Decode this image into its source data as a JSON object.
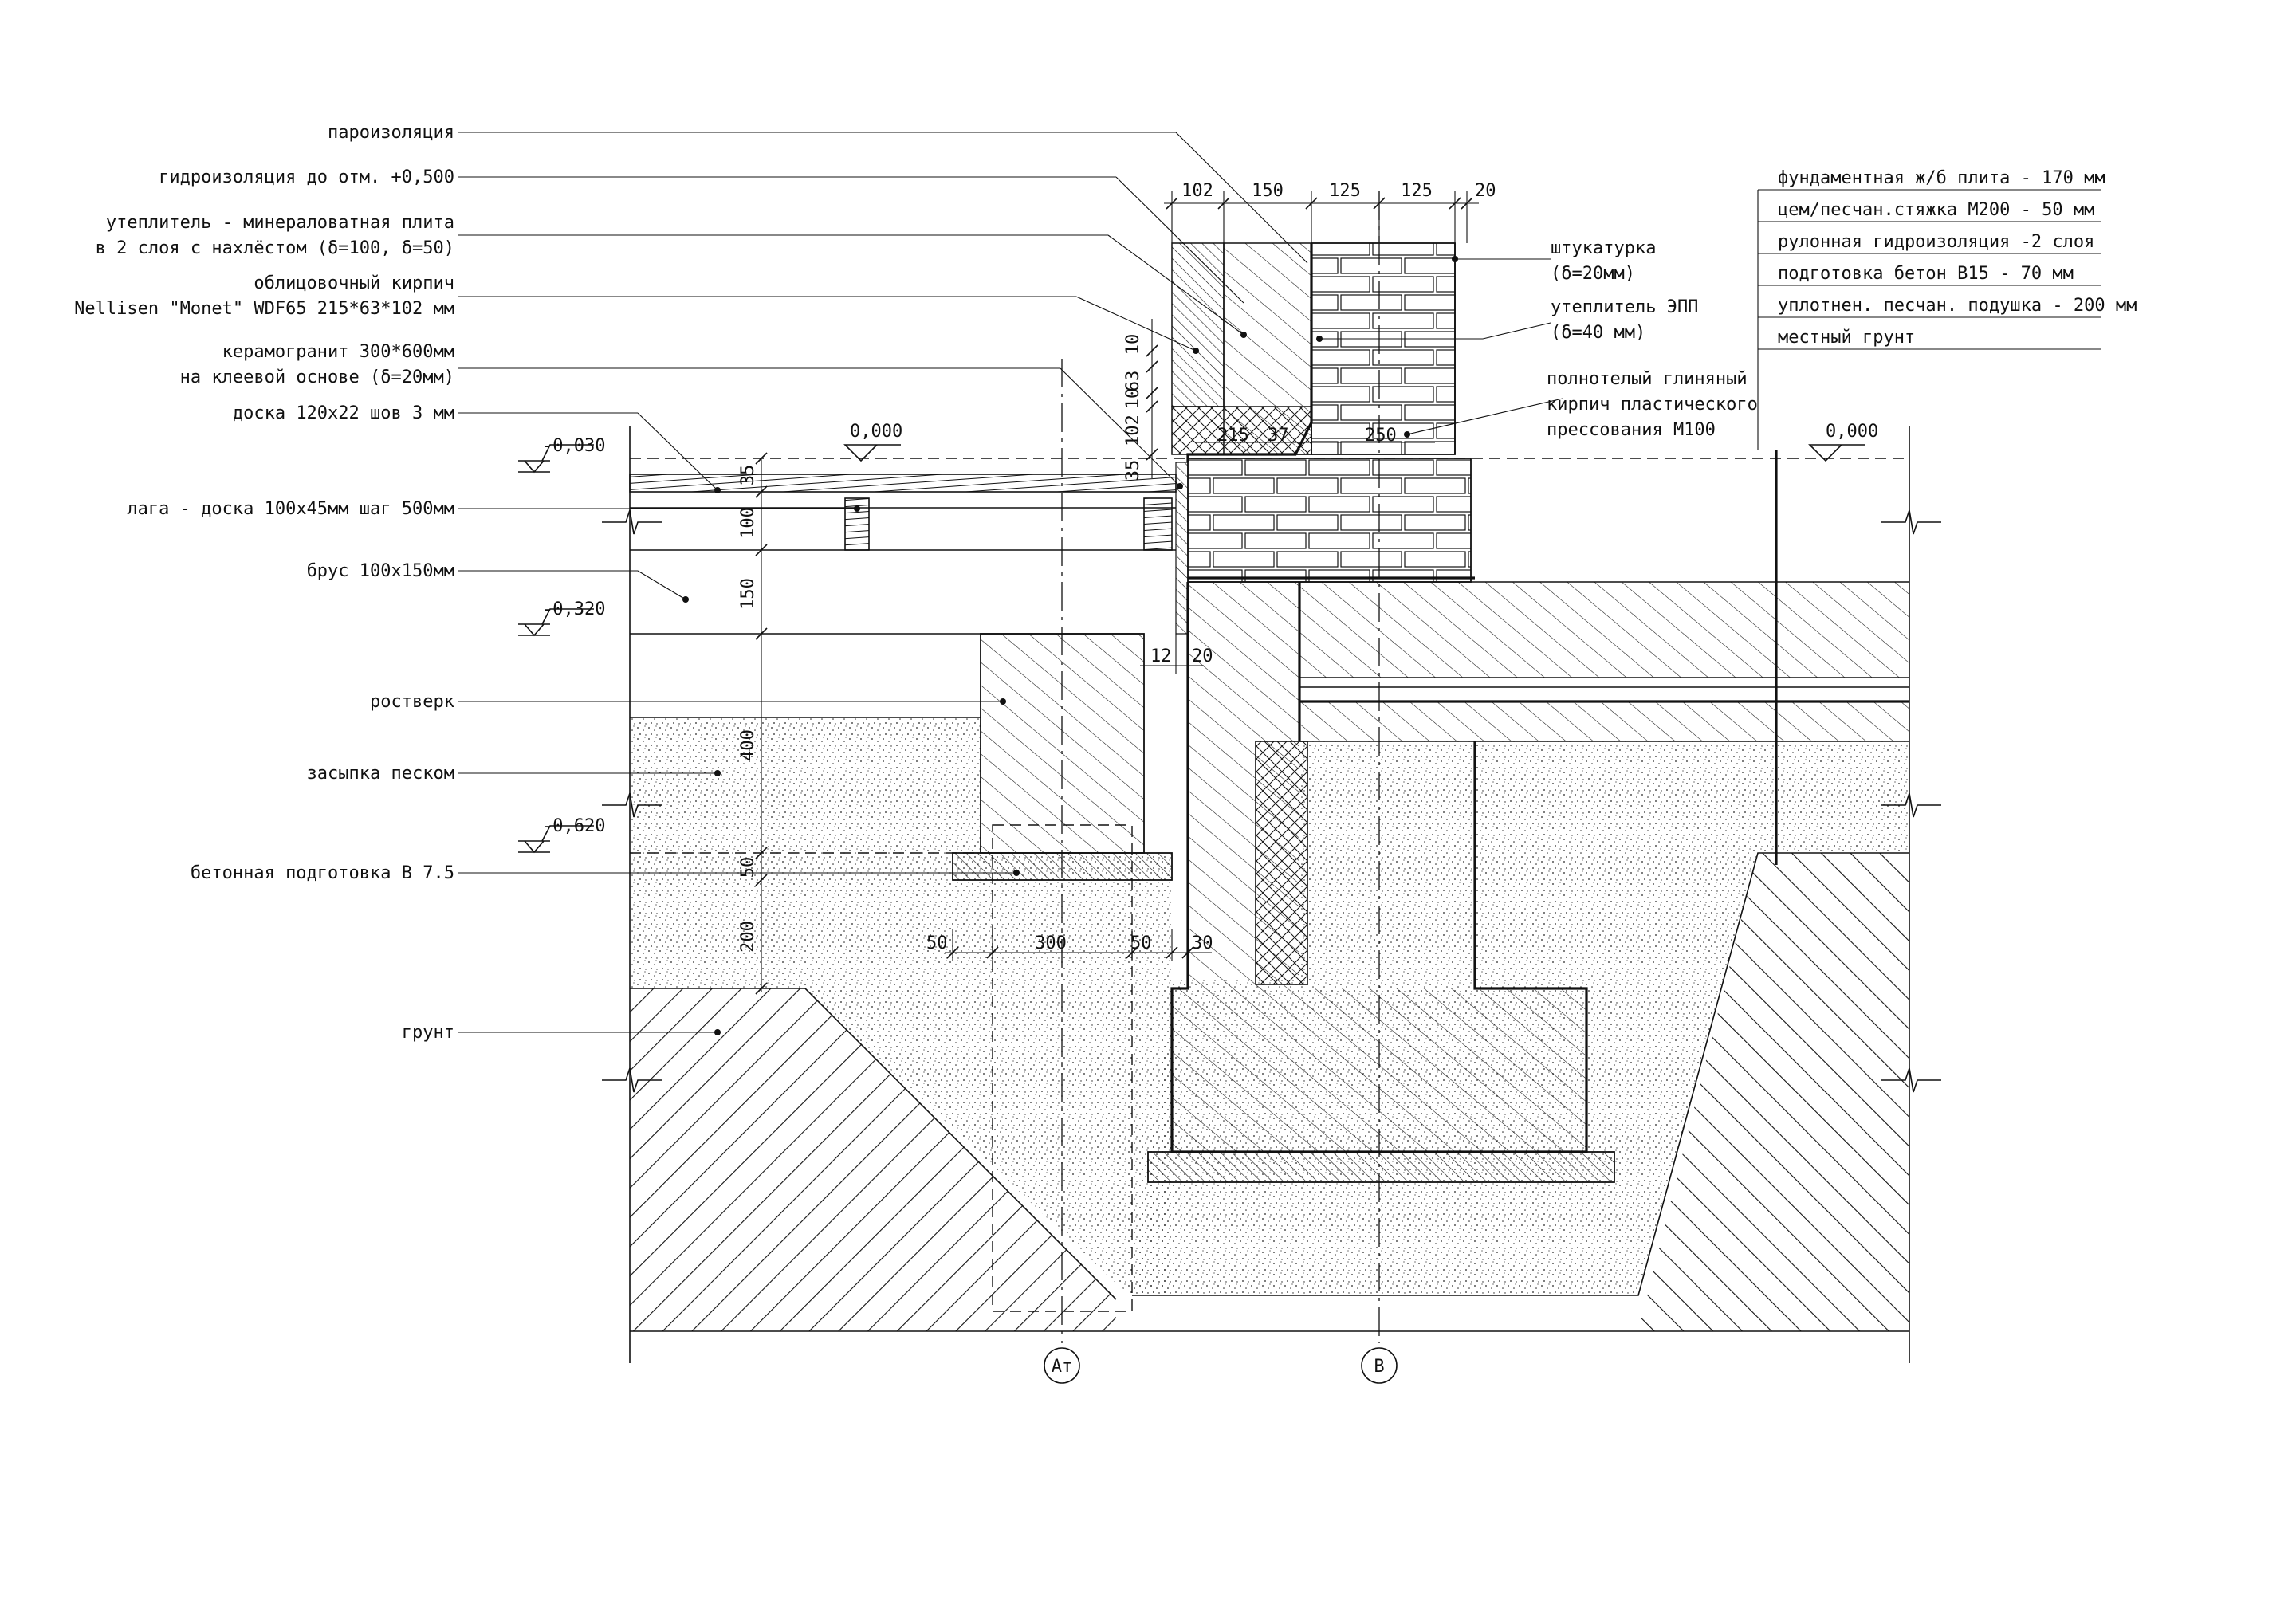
{
  "callouts_left": [
    {
      "text": "пароизоляция"
    },
    {
      "text": "гидроизоляция до отм. +0,500"
    },
    {
      "text": "утеплитель - минераловатная плита"
    },
    {
      "text": "в 2 слоя с нахлёстом (δ=100, δ=50)"
    },
    {
      "text": "облицовочный кирпич"
    },
    {
      "text": "Nellisen \"Monet\" WDF65 215*63*102 мм"
    },
    {
      "text": "керамогранит 300*600мм"
    },
    {
      "text": "на клеевой основе (δ=20мм)"
    },
    {
      "text": "доска 120х22 шов 3 мм"
    },
    {
      "text": "лага - доска 100х45мм шаг 500мм"
    },
    {
      "text": "брус 100х150мм"
    },
    {
      "text": "ростверк"
    },
    {
      "text": "засыпка песком"
    },
    {
      "text": "бетонная подготовка В 7.5"
    },
    {
      "text": "грунт"
    }
  ],
  "callouts_right": [
    {
      "text": "штукатурка"
    },
    {
      "text": "(δ=20мм)"
    },
    {
      "text": "утеплитель ЭПП"
    },
    {
      "text": "(δ=40 мм)"
    },
    {
      "text": "полнотелый глиняный"
    },
    {
      "text": "кирпич пластического"
    },
    {
      "text": "прессования М100"
    }
  ],
  "floor_layers": [
    {
      "text": "фундаментная ж/б плита - 170 мм"
    },
    {
      "text": "цем/песчан.стяжка М200 - 50 мм"
    },
    {
      "text": "рулонная гидроизоляция -2 слоя"
    },
    {
      "text": "подготовка бетон В15 - 70 мм"
    },
    {
      "text": "уплотнен. песчан. подушка - 200 мм"
    },
    {
      "text": "местный грунт"
    }
  ],
  "levels": [
    {
      "text": "-0,030"
    },
    {
      "text": "0,000"
    },
    {
      "text": "-0,320"
    },
    {
      "text": "-0,620"
    },
    {
      "text": "0,000"
    }
  ],
  "dims_top": [
    "102",
    "150",
    "125",
    "125",
    "20"
  ],
  "dims_vertical_wall": [
    "10",
    "63",
    "10",
    "102",
    "35"
  ],
  "dims_wall_inner": [
    "215",
    "37",
    "250"
  ],
  "dims_vertical_left": [
    "35",
    "100",
    "150",
    "400",
    "50",
    "200"
  ],
  "dims_gap": [
    "12",
    "20"
  ],
  "dims_footing": [
    "50",
    "300",
    "50",
    "30"
  ],
  "axes": [
    {
      "text": "Ат"
    },
    {
      "text": "В"
    }
  ]
}
